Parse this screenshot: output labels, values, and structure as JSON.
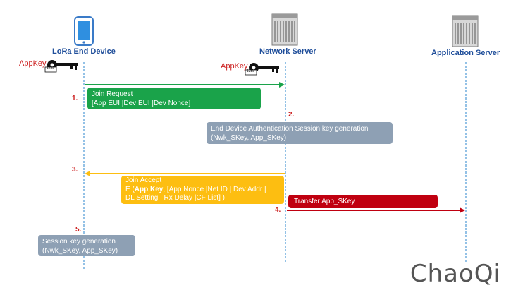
{
  "actors": {
    "end_device": "LoRa End Device",
    "network_server": "Network Server",
    "application_server": "Application Server"
  },
  "keys": {
    "end_device_key": "AppKey",
    "network_key": "AppKey",
    "key_tag_1": "128b",
    "key_tag_2": "128b"
  },
  "steps": {
    "s1": "1.",
    "s2": "2.",
    "s3": "3.",
    "s4": "4.",
    "s5": "5."
  },
  "messages": {
    "join_request_line1": "Join Request",
    "join_request_line2": "[App EUI |Dev EUI |Dev Nonce]",
    "ns_session_line1": "End Device Authentication Session key generation",
    "ns_session_line2": "(Nwk_SKey, App_SKey)",
    "join_accept_line1": "Join Accept",
    "join_accept_line2_prefix": "E (",
    "join_accept_line2_bold": "App Key",
    "join_accept_line2_suffix": ", [App Nonce |Net ID | Dev Addr |",
    "join_accept_line3": "DL Setting | Rx Delay |CF List] )",
    "transfer": "Transfer  App_SKey",
    "ed_session_line1": "Session key generation",
    "ed_session_line2": "(Nwk_SKey, App_SKey)"
  },
  "colors": {
    "green": "#1aa34a",
    "yellow": "#fdbe11",
    "red": "#c00010",
    "grey": "#8ea0b4",
    "lifeline": "#5aa0d8"
  },
  "watermark": "ChaoQi"
}
